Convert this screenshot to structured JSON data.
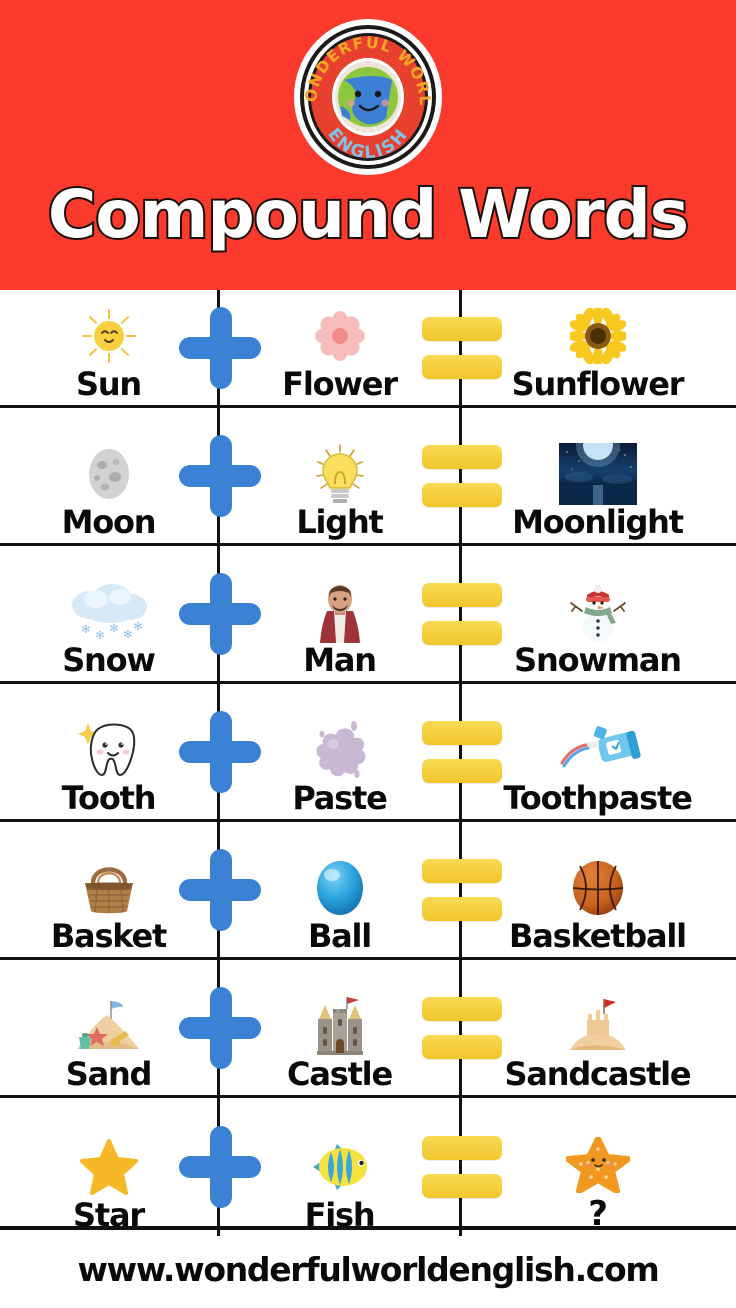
{
  "header": {
    "background_color": "#F93A2C",
    "title": "Compound Words",
    "logo": {
      "name": "wonderful-world-english-logo",
      "top_text": "WONDERFUL WORLD",
      "bottom_text": "ENGLISH",
      "top_text_color": "#F5A623",
      "bottom_text_color": "#7FC4E8",
      "ring_color": "#E8402F",
      "globe_land_color": "#8DC63F",
      "globe_water_color": "#3C7FD4"
    }
  },
  "table": {
    "operators": {
      "plus_label": "+",
      "plus_color": "#3C82D4",
      "equals_label": "=",
      "equals_color": "#F2C62C"
    },
    "rows": [
      {
        "word_a": "Sun",
        "icon_a": "sun-icon",
        "word_b": "Flower",
        "icon_b": "flower-icon",
        "word_c": "Sunflower",
        "icon_c": "sunflower-icon"
      },
      {
        "word_a": "Moon",
        "icon_a": "moon-icon",
        "word_b": "Light",
        "icon_b": "lightbulb-icon",
        "word_c": "Moonlight",
        "icon_c": "moonlight-photo-icon"
      },
      {
        "word_a": "Snow",
        "icon_a": "snow-cloud-icon",
        "word_b": "Man",
        "icon_b": "man-icon",
        "word_c": "Snowman",
        "icon_c": "snowman-icon"
      },
      {
        "word_a": "Tooth",
        "icon_a": "tooth-icon",
        "word_b": "Paste",
        "icon_b": "paste-splat-icon",
        "word_c": "Toothpaste",
        "icon_c": "toothpaste-tube-icon"
      },
      {
        "word_a": "Basket",
        "icon_a": "basket-icon",
        "word_b": "Ball",
        "icon_b": "blue-ball-icon",
        "word_c": "Basketball",
        "icon_c": "basketball-icon"
      },
      {
        "word_a": "Sand",
        "icon_a": "sand-pile-icon",
        "word_b": "Castle",
        "icon_b": "castle-icon",
        "word_c": "Sandcastle",
        "icon_c": "sandcastle-icon"
      },
      {
        "word_a": "Star",
        "icon_a": "star-icon",
        "word_b": "Fish",
        "icon_b": "fish-icon",
        "word_c": "?",
        "icon_c": "starfish-icon"
      }
    ]
  },
  "footer": {
    "url": "www.wonderfulworldenglish.com"
  }
}
